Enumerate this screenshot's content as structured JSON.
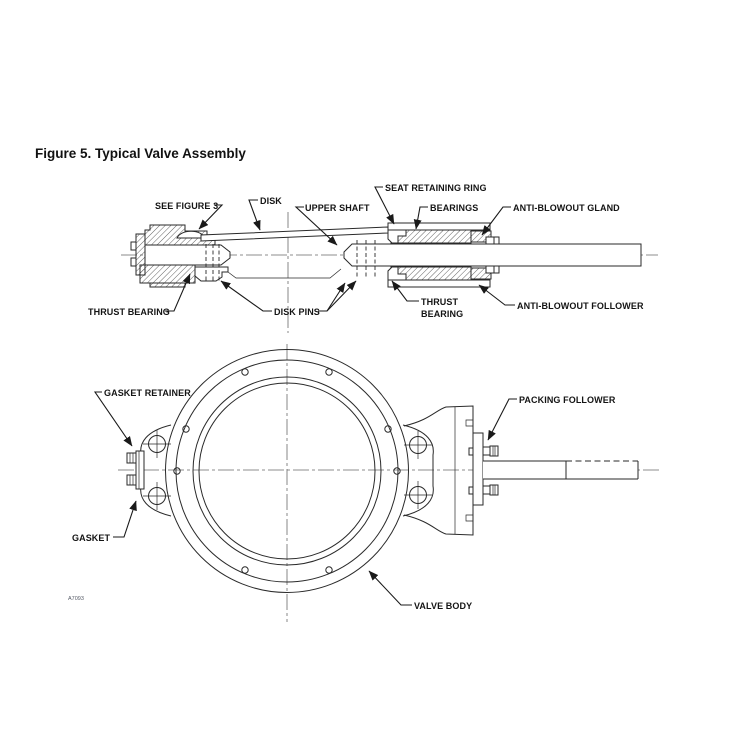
{
  "page": {
    "title": "Figure 5. Typical Valve Assembly",
    "figure_code": "A7093"
  },
  "labels": {
    "see_figure_3": "SEE FIGURE 3",
    "disk": "DISK",
    "upper_shaft": "UPPER SHAFT",
    "seat_retaining_ring": "SEAT RETAINING RING",
    "bearings": "BEARINGS",
    "anti_blowout_gland": "ANTI-BLOWOUT GLAND",
    "thrust_bearing_left": "THRUST BEARING",
    "disk_pins": "DISK PINS",
    "thrust_bearing_right_1": "THRUST",
    "thrust_bearing_right_2": "BEARING",
    "anti_blowout_follower": "ANTI-BLOWOUT FOLLOWER",
    "gasket_retainer": "GASKET RETAINER",
    "packing_follower": "PACKING FOLLOWER",
    "gasket": "GASKET",
    "valve_body": "VALVE BODY"
  },
  "colors": {
    "ink": "#1a1a1a",
    "paper": "#ffffff"
  }
}
